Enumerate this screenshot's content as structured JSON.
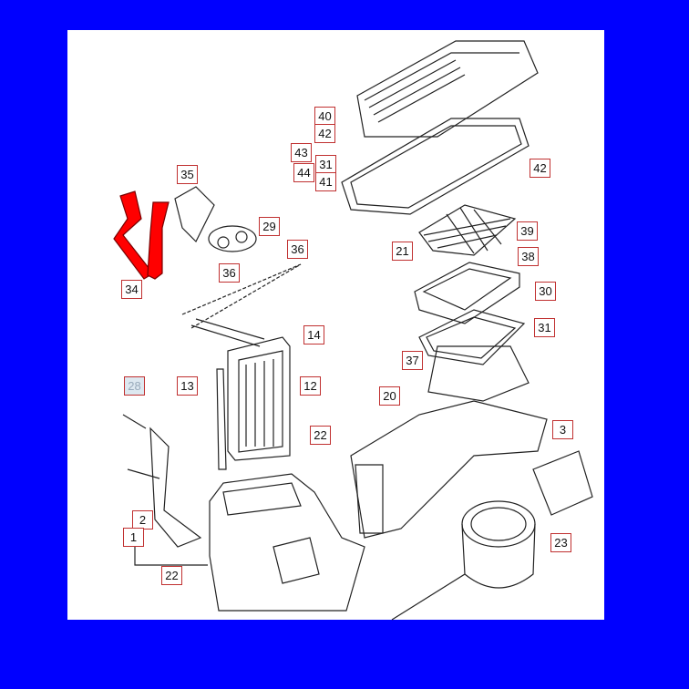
{
  "diagram": {
    "accent_color": "#ff0000",
    "background_color": "#0000ff",
    "labels": [
      "40",
      "42",
      "43",
      "31",
      "44",
      "41",
      "42",
      "35",
      "29",
      "36",
      "36",
      "34",
      "21",
      "39",
      "38",
      "30",
      "31",
      "14",
      "37",
      "13",
      "12",
      "28",
      "20",
      "3",
      "22",
      "2",
      "1",
      "22",
      "23"
    ],
    "highlighted_part": "34",
    "selected_label": "28"
  }
}
